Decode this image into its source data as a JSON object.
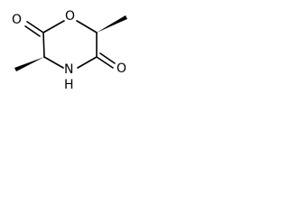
{
  "molecule": {
    "atoms": {
      "o_carbonyl_left": "O",
      "o_ring": "O",
      "n_ring": "N",
      "h_on_n": "H",
      "o_carbonyl_right": "O"
    }
  },
  "colors": {
    "bond": "#000000",
    "text": "#000000",
    "background": "#ffffff"
  }
}
